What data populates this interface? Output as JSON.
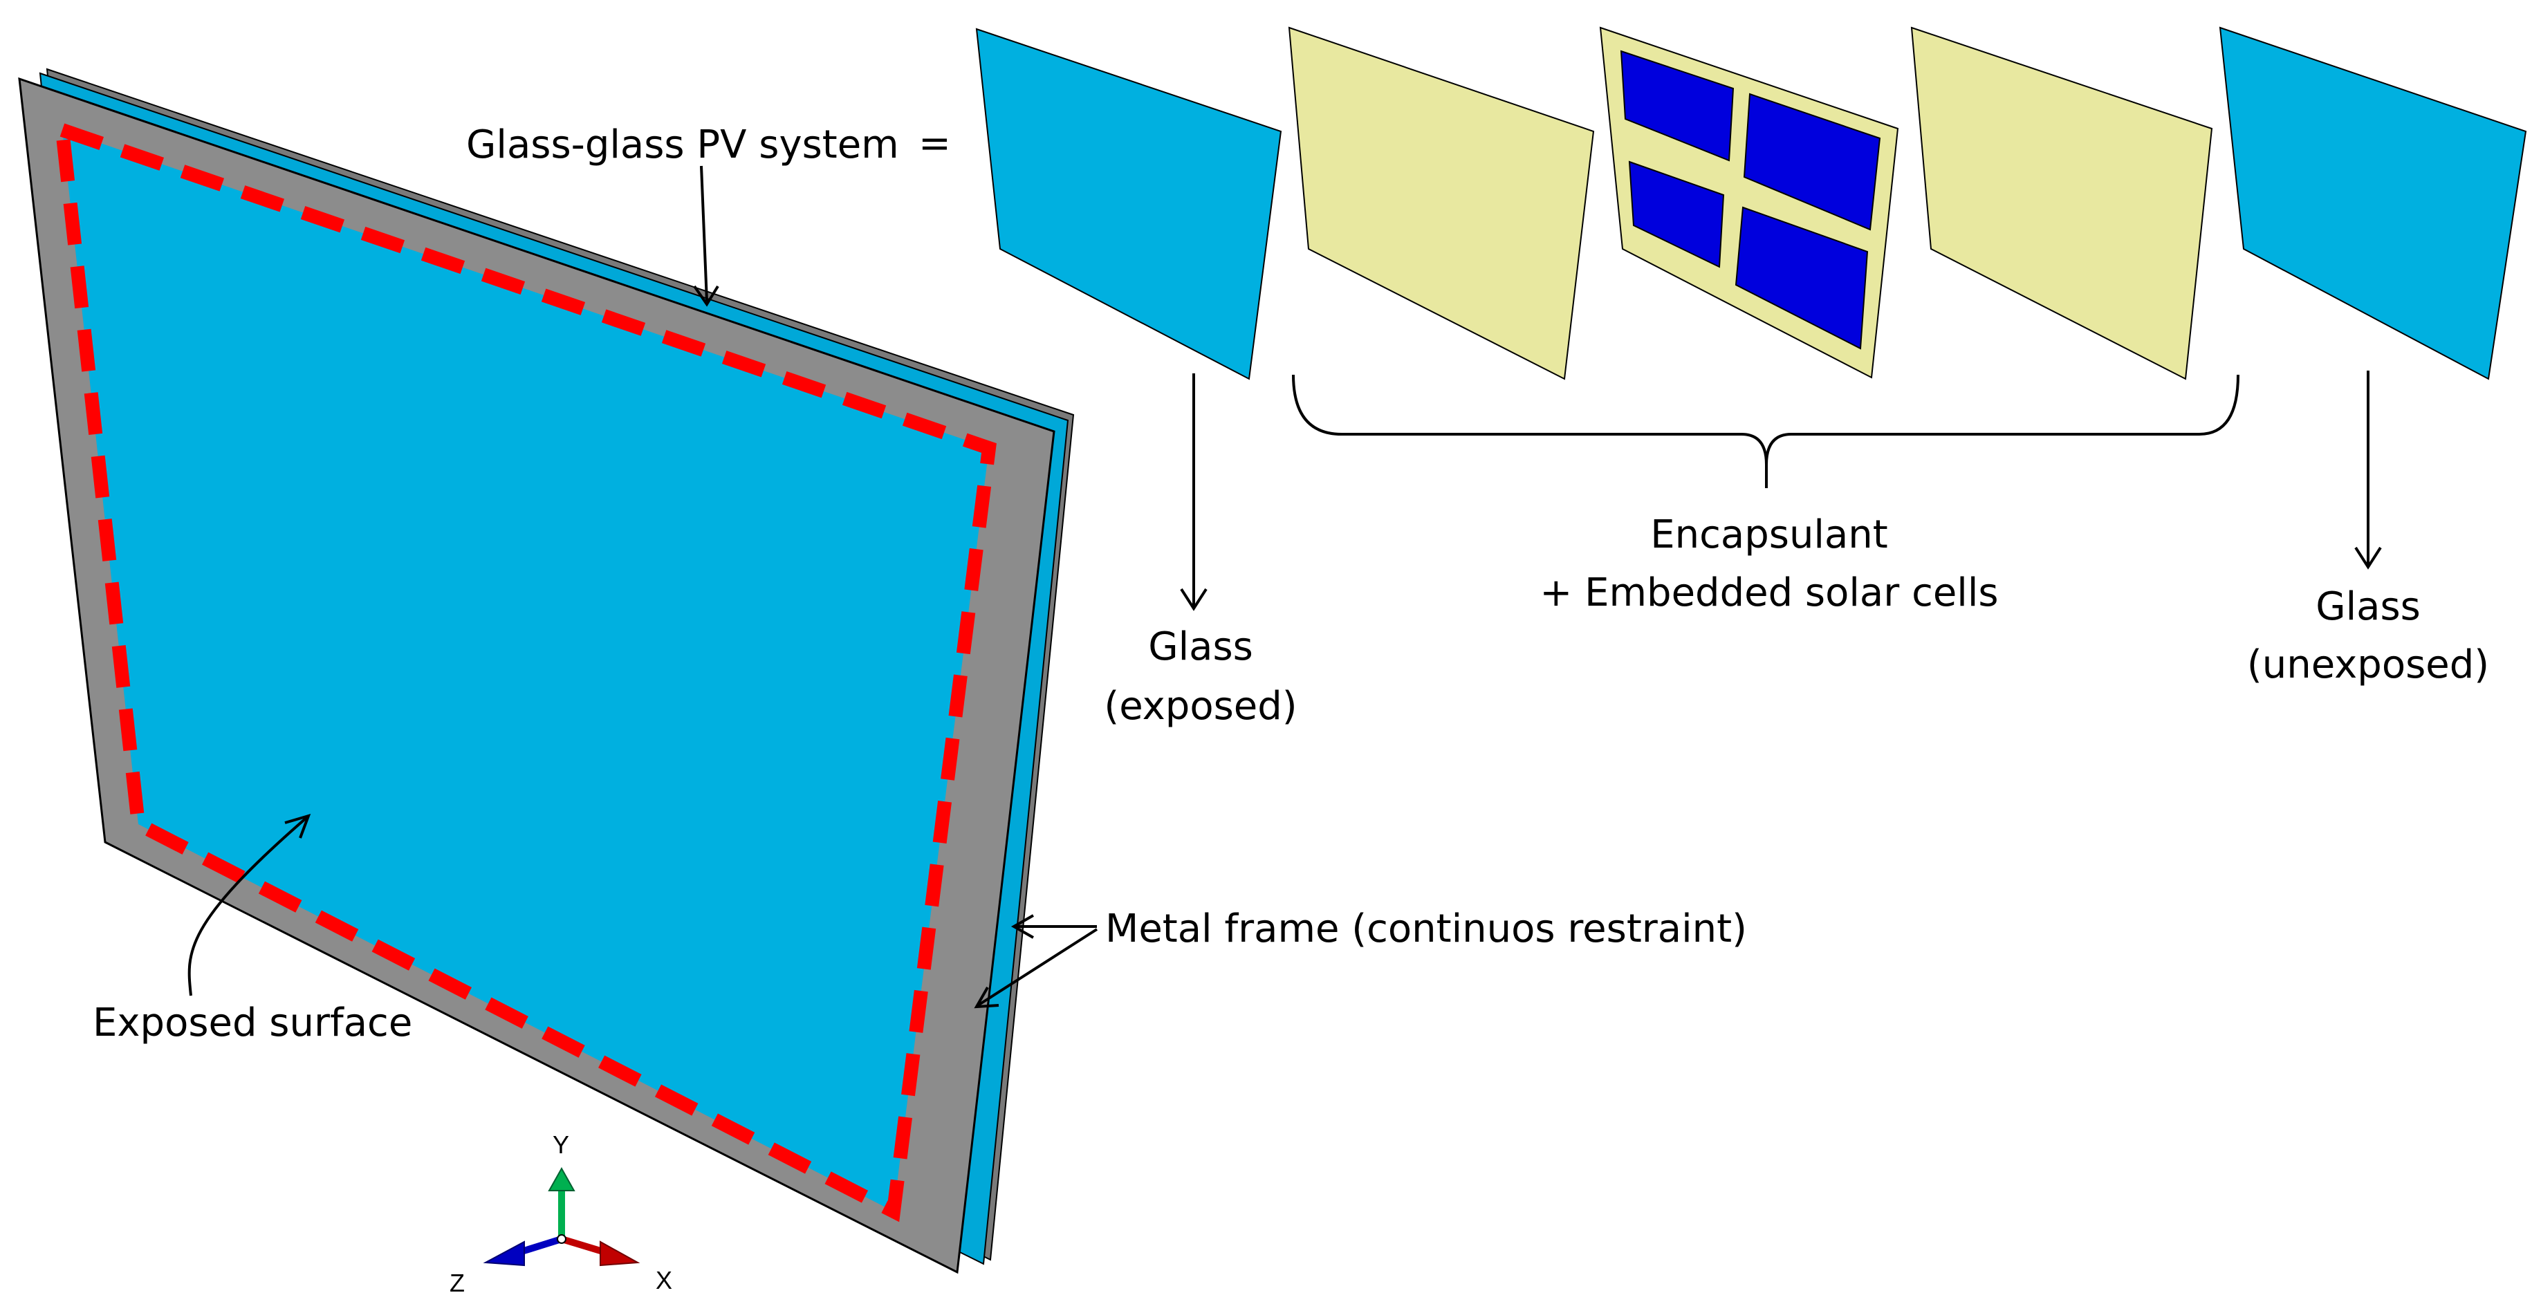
{
  "labels": {
    "system": "Glass-glass PV system",
    "equals": "=",
    "glass_exposed_line1": "Glass",
    "glass_exposed_line2": "(exposed)",
    "encapsulant_line1": "Encapsulant",
    "encapsulant_line2": "+ Embedded solar cells",
    "glass_unexposed_line1": "Glass",
    "glass_unexposed_line2": "(unexposed)",
    "metal_frame": "Metal frame (continuos restraint)",
    "exposed_surface": "Exposed surface"
  },
  "axes": {
    "y": "Y",
    "x": "X",
    "z": "Z"
  },
  "colors": {
    "glass": "#00b0e0",
    "encapsulant": "#e8e8a0",
    "solar_cell": "#0000dd",
    "frame": "#8c8c8c",
    "restraint_dash": "#ff0000",
    "axis_y": "#00b050",
    "axis_x": "#c00000",
    "axis_z": "#0000c0"
  }
}
